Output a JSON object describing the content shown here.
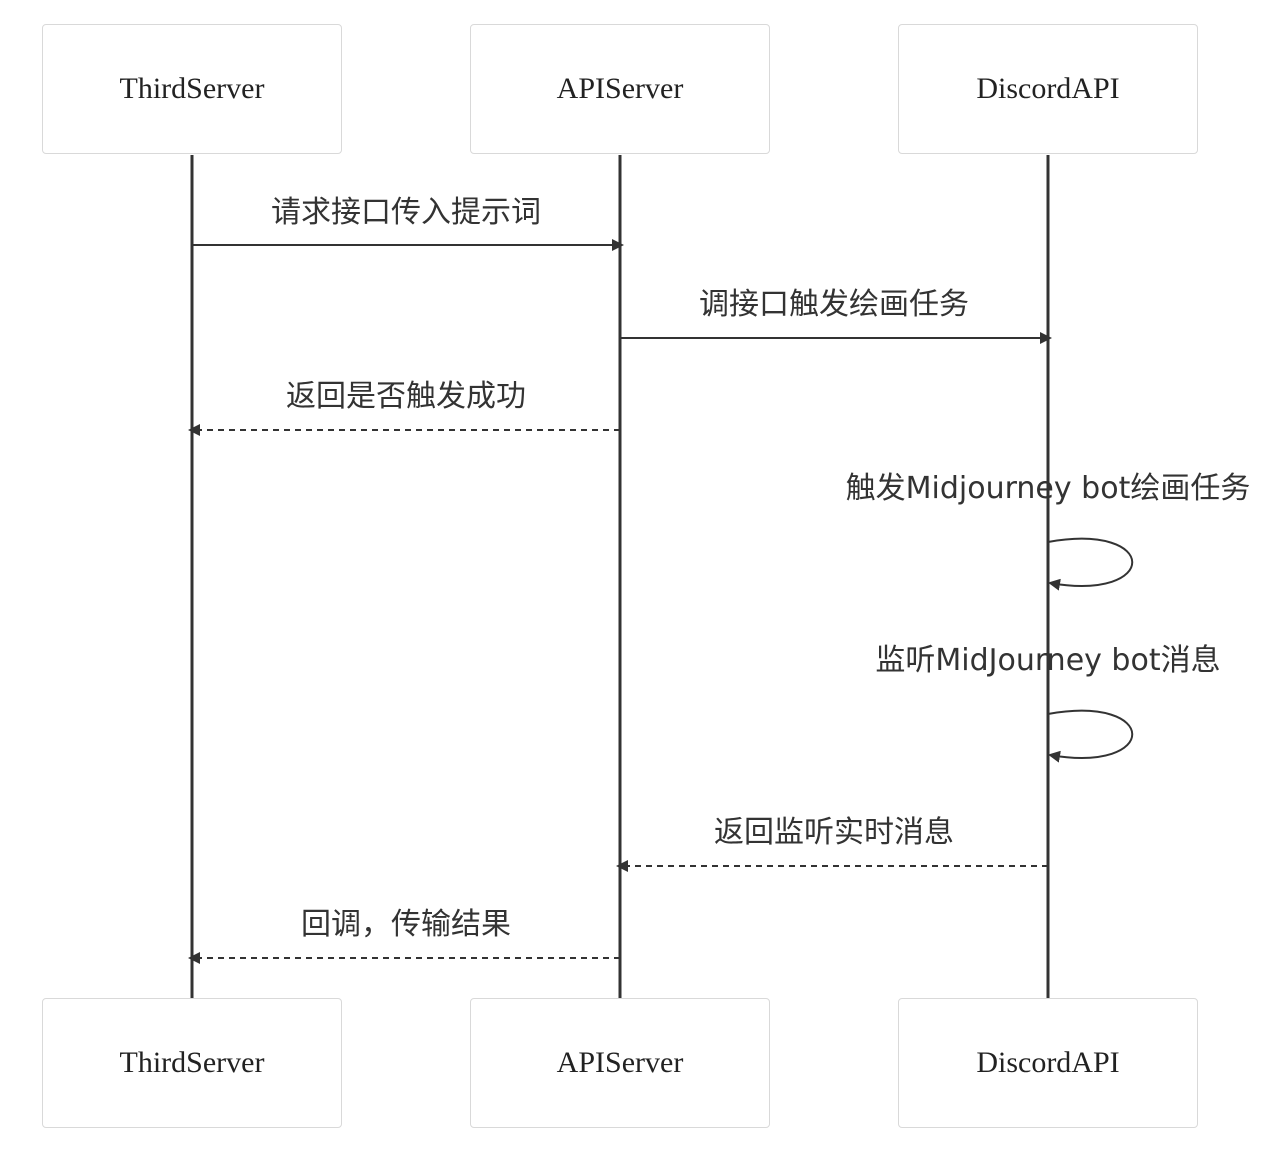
{
  "actors": [
    {
      "id": "third",
      "label": "ThirdServer"
    },
    {
      "id": "api",
      "label": "APIServer"
    },
    {
      "id": "discord",
      "label": "DiscordAPI"
    }
  ],
  "messages": [
    {
      "from": "third",
      "to": "api",
      "label": "请求接口传入提示词",
      "style": "solid"
    },
    {
      "from": "api",
      "to": "discord",
      "label": "调接口触发绘画任务",
      "style": "solid"
    },
    {
      "from": "api",
      "to": "third",
      "label": "返回是否触发成功",
      "style": "dashed"
    },
    {
      "from": "discord",
      "to": "discord",
      "label": "触发Midjourney bot绘画任务",
      "style": "solid"
    },
    {
      "from": "discord",
      "to": "discord",
      "label": "监听MidJourney bot消息",
      "style": "solid"
    },
    {
      "from": "discord",
      "to": "api",
      "label": "返回监听实时消息",
      "style": "dashed"
    },
    {
      "from": "api",
      "to": "third",
      "label": "回调，传输结果",
      "style": "dashed"
    }
  ],
  "colors": {
    "line": "#333333",
    "box_border": "#d9d9d9",
    "text": "#333333"
  }
}
